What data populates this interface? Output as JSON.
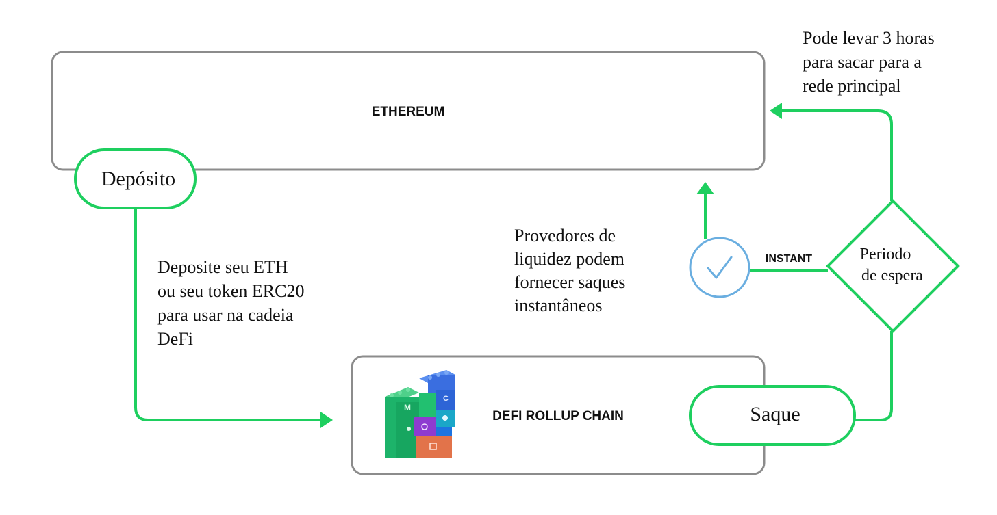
{
  "boxes": {
    "ethereum": "ETHEREUM",
    "rollup": "DEFI ROLLUP CHAIN"
  },
  "nodes": {
    "deposit": "Depósito",
    "withdraw": "Saque",
    "waiting_line1": "Periodo",
    "waiting_line2": "de espera",
    "instant": "INSTANT"
  },
  "notes": {
    "deposit_lines": [
      "Deposite seu ETH",
      "ou seu token ERC20",
      "para usar na cadeia",
      "DeFi"
    ],
    "liquidity_lines": [
      "Provedores de",
      "liquidez podem",
      "fornecer saques",
      "instantâneos"
    ],
    "withdraw_time_lines": [
      "Pode levar 3 horas",
      "para sacar para a",
      "rede principal"
    ]
  },
  "logo_text": [
    "M",
    "C"
  ],
  "colors": {
    "flow_green": "#1ecf5f",
    "box_border": "#8c8c8c",
    "check_blue": "#6aaee0"
  }
}
